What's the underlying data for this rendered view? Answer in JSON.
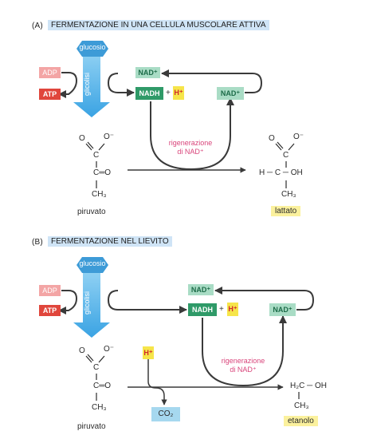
{
  "panel_a": {
    "letter": "(A)",
    "title": "FERMENTAZIONE IN UNA CELLULA MUSCOLARE ATTIVA",
    "glucose": "glucosio",
    "glycolysis": "glicolisi",
    "adp": "ADP",
    "atp": "ATP",
    "nad_plus_left": "NAD⁺",
    "nadh": "NADH",
    "plus": "+",
    "h_plus": "H⁺",
    "nad_plus_right": "NAD⁺",
    "regeneration_line1": "rigenerazione",
    "regeneration_line2": "di NAD⁺",
    "pyruvate_name": "piruvato",
    "product_name": "lattato"
  },
  "panel_b": {
    "letter": "(B)",
    "title": "FERMENTAZIONE NEL LIEVITO",
    "glucose": "glucosio",
    "glycolysis": "glicolisi",
    "adp": "ADP",
    "atp": "ATP",
    "nad_plus_left": "NAD⁺",
    "nadh": "NADH",
    "plus": "+",
    "h_plus": "H⁺",
    "nad_plus_right": "NAD⁺",
    "h_plus_extra": "H⁺",
    "co2": "CO₂",
    "regeneration_line1": "rigenerazione",
    "regeneration_line2": "di NAD⁺",
    "pyruvate_name": "piruvato",
    "product_name": "etanolo"
  },
  "chem": {
    "O": "O",
    "O_minus": "O⁻",
    "C": "C",
    "C_eq_O": "C═O",
    "CH3": "CH₃",
    "H_C_OH": "H ─ C ─ OH",
    "H2C_OH": "H₂C ─ OH"
  },
  "colors": {
    "glycolysis_arrow": "#43a9e6",
    "glucose_hex": "#3d9bd7",
    "title_highlight": "#cfe4f6",
    "adp": "#f3a5a5",
    "atp": "#e0463c",
    "nad_plus": "#a9dcc5",
    "nadh": "#2f9a68",
    "h_plus": "#f6e54a",
    "regeneration_text": "#d9457b",
    "product_highlight": "#fbf19d",
    "co2_box": "#a6d8ef"
  }
}
